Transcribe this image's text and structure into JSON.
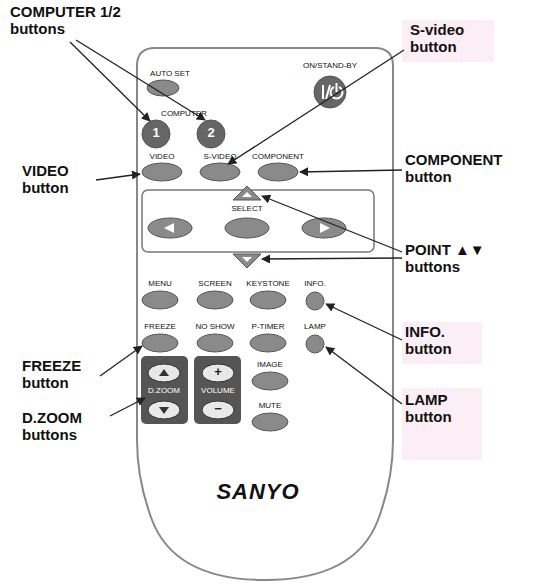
{
  "diagram": {
    "labels": [
      "COMPUTER 1/2 buttons",
      "S-video button",
      "VIDEO button",
      "COMPONENT button",
      "POINT ▲▼ buttons",
      "INFO. button",
      "FREEZE button",
      "LAMP button",
      "D.ZOOM buttons",
      "AUTO SET",
      "ON/STAND-BY",
      "COMPUTER",
      "1",
      "2",
      "VIDEO",
      "S-VIDEO",
      "COMPONENT",
      "SELECT",
      "MENU",
      "SCREEN",
      "KEYSTONE",
      "INFO.",
      "FREEZE",
      "NO SHOW",
      "P-TIMER",
      "LAMP",
      "IMAGE",
      "D.ZOOM",
      "VOLUME",
      "+",
      "−",
      "MUTE",
      "SANYO"
    ]
  }
}
